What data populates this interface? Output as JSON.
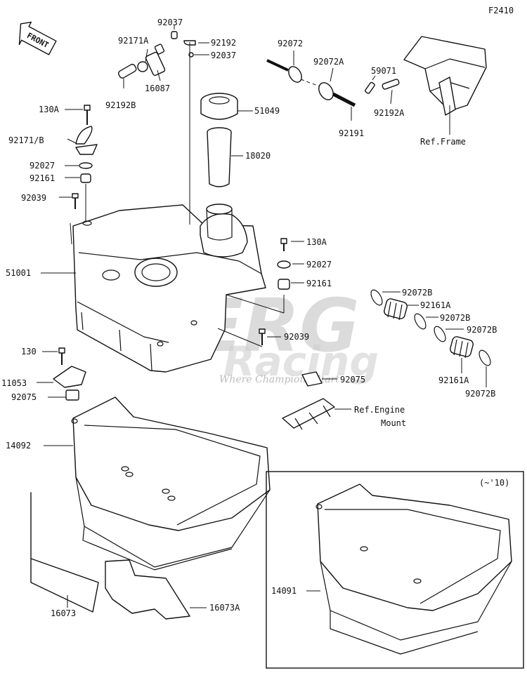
{
  "diagram_code": "F2410",
  "front_label": "FRONT",
  "variant_label": "(~'10)",
  "watermark": {
    "brand": "BERG",
    "brand2": "Racing",
    "tagline": "Where Champions Start"
  },
  "labels": {
    "l92037a": "92037",
    "l92171a": "92171A",
    "l92192": "92192",
    "l92037b": "92037",
    "l16087": "16087",
    "l92192b": "92192B",
    "l92072": "92072",
    "l92072a": "92072A",
    "l59071": "59071",
    "l92192a": "92192A",
    "l92191": "92191",
    "lrefframe": "Ref.Frame",
    "l130a_top": "130A",
    "l51049": "51049",
    "l92171b": "92171/B",
    "l18020": "18020",
    "l92027_left": "92027",
    "l92161_left": "92161",
    "l92039_left": "92039",
    "l130a_right": "130A",
    "l51001": "51001",
    "l92027_right": "92027",
    "l92161_right": "92161",
    "l92072b_1": "92072B",
    "l92161a_1": "92161A",
    "l92072b_2": "92072B",
    "l92072b_3": "92072B",
    "l92039_right": "92039",
    "l130": "130",
    "l11053": "11053",
    "l92075_left": "92075",
    "l92075_right": "92075",
    "l92161a_2": "92161A",
    "l92072b_4": "92072B",
    "lrefengine1": "Ref.Engine",
    "lrefengine2": "Mount",
    "l14092": "14092",
    "l14091": "14091",
    "l16073": "16073",
    "l16073a": "16073A"
  }
}
